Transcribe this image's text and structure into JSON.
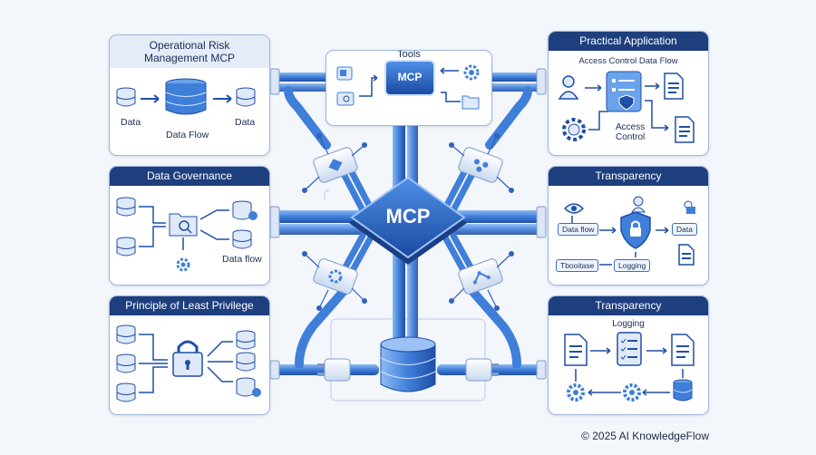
{
  "center": {
    "hub_label": "MCP"
  },
  "tools": {
    "title": "Tools",
    "badge_label": "MCP"
  },
  "panels": {
    "operational_risk": {
      "title_line1": "Operational Risk",
      "title_line2": "Management MCP",
      "data_left": "Data",
      "data_right": "Data",
      "flow_label": "Data Flow"
    },
    "data_governance": {
      "title": "Data Governance",
      "flow_label": "Data flow"
    },
    "least_privilege": {
      "title": "Principle of Least Privilege"
    },
    "practical_application": {
      "title": "Practical Application",
      "subtitle": "Access Control Data Flow",
      "access_line1": "Access",
      "access_line2": "Control"
    },
    "transparency_top": {
      "title": "Transparency",
      "chip_data_flow": "Data flow",
      "chip_data": "Data",
      "chip_toolbase": "Tbooitase",
      "chip_logging": "Logging"
    },
    "transparency_bottom": {
      "title": "Transparency",
      "subtitle": "Logging"
    }
  },
  "footer": {
    "copyright": "© 2025 AI KnowledgeFlow"
  },
  "colors": {
    "pipe": "#3f7fd9",
    "pipe_dark": "#1f4fa6",
    "navy": "#1e3f7e",
    "panel_border": "#9fb6dc",
    "accent_light": "#e4ecf8"
  }
}
